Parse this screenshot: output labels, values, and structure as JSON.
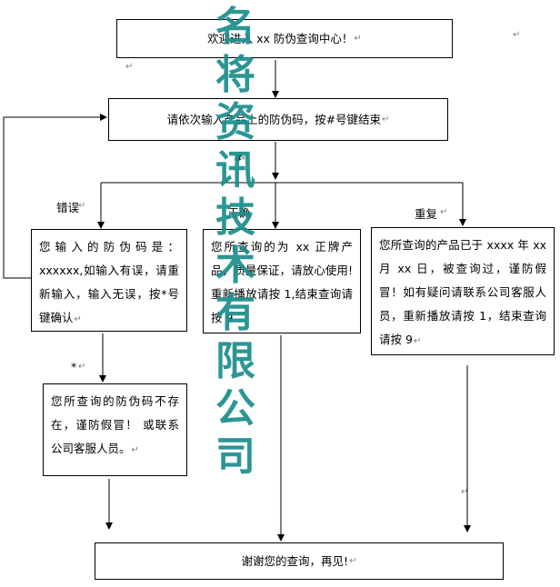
{
  "return_mark": "↵",
  "colors": {
    "line": "#000000",
    "watermark": "#1b8e8c",
    "mark": "#7f7f7f"
  },
  "nodes": {
    "welcome": "欢迎进入 xx 防伪查询中心！",
    "input": "请依次输入产品上的防伪码，按#号键结束",
    "error": "您输入的防伪码是：xxxxxx,如输入有误，请重新输入，输入无误，按*号键确认",
    "genuine": "您所查询的为 xx 正牌产品，质量保证，请放心使用!重新播放请按 1,结束查询请按 9",
    "repeat": "您所查询的产品已于 xxxx 年 xx 月 xx 日，被查询过，谨防假冒！如有疑问请联系公司客服人员，重新播放请按 1，结束查询请按 9",
    "notfound": "您所查询的防伪码不存在，谨防假冒！ 或联系公司客服人员。",
    "thanks": "谢谢您的查询，再见!"
  },
  "edge_labels": {
    "hash": "#",
    "wrong": "错误",
    "correct": "正确",
    "duplicate": "重复",
    "star": "*"
  },
  "watermark": [
    "名",
    "将",
    "资",
    "讯",
    "技",
    "术",
    "有",
    "限",
    "公",
    "司"
  ]
}
